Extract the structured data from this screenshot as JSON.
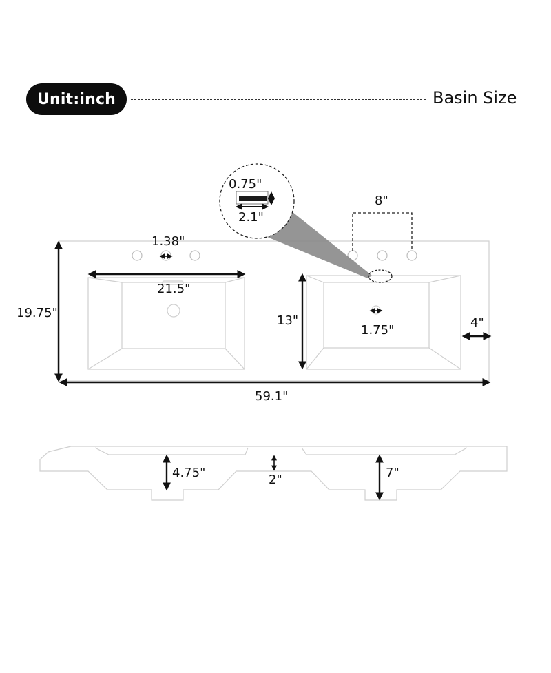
{
  "header": {
    "unit_label": "Unit:inch",
    "title": "Basin Size"
  },
  "dimensions": {
    "overflow_height": "0.75\"",
    "overflow_width": "2.1\"",
    "faucet_spread": "8\"",
    "hole_diameter": "1.38\"",
    "basin_width": "21.5\"",
    "depth_total": "19.75\"",
    "basin_length": "13\"",
    "drain_diameter": "1.75\"",
    "edge_margin": "4\"",
    "overall_width": "59.1\"",
    "basin_depth_front": "4.75\"",
    "deck_thickness": "2\"",
    "basin_depth_total": "7\""
  },
  "colors": {
    "badge_bg": "#0d0d0d",
    "line": "#111111",
    "outline": "#c9c9c9",
    "callout": "#8a8a8a"
  }
}
